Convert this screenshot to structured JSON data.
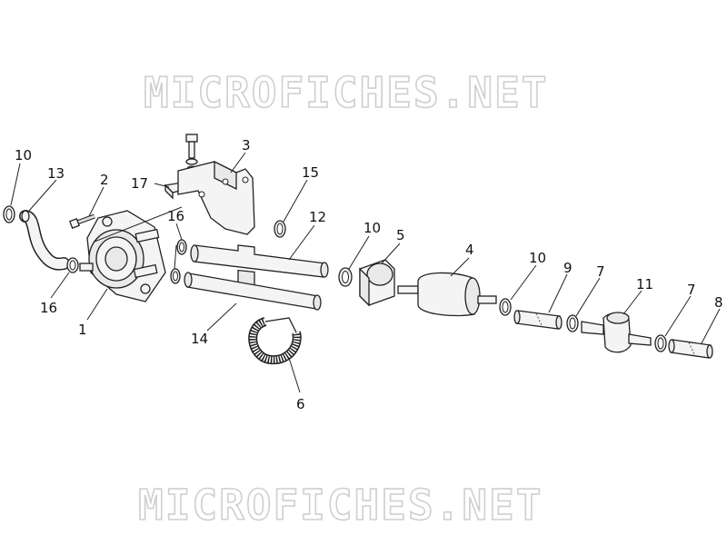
{
  "watermark": {
    "top": "MICROFICHES.NET",
    "bottom": "MICROFICHES.NET"
  },
  "callouts": [
    {
      "id": "c10a",
      "text": "10"
    },
    {
      "id": "c13",
      "text": "13"
    },
    {
      "id": "c2",
      "text": "2"
    },
    {
      "id": "c17",
      "text": "17"
    },
    {
      "id": "c3",
      "text": "3"
    },
    {
      "id": "c16a",
      "text": "16"
    },
    {
      "id": "c16b",
      "text": "16"
    },
    {
      "id": "c15",
      "text": "15"
    },
    {
      "id": "c12",
      "text": "12"
    },
    {
      "id": "c10b",
      "text": "10"
    },
    {
      "id": "c5",
      "text": "5"
    },
    {
      "id": "c4",
      "text": "4"
    },
    {
      "id": "c10c",
      "text": "10"
    },
    {
      "id": "c9",
      "text": "9"
    },
    {
      "id": "c7a",
      "text": "7"
    },
    {
      "id": "c11",
      "text": "11"
    },
    {
      "id": "c7b",
      "text": "7"
    },
    {
      "id": "c8",
      "text": "8"
    },
    {
      "id": "c1",
      "text": "1"
    },
    {
      "id": "c14",
      "text": "14"
    },
    {
      "id": "c6",
      "text": "6"
    }
  ]
}
